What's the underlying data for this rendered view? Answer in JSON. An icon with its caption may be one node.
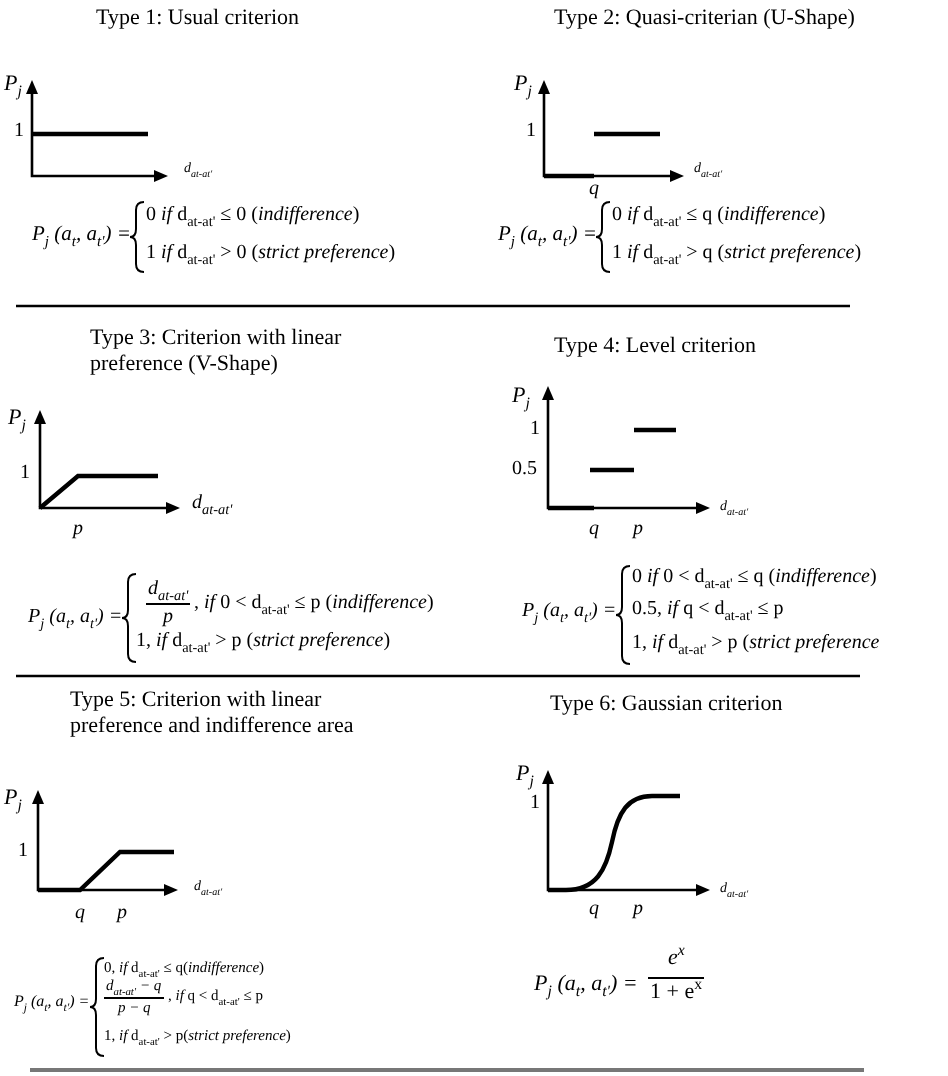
{
  "diagram": {
    "labels": [
      "Type 1: Usual criterion",
      "P$_{j}$",
      "1",
      "d$_{at-at'}$",
      "P$_{j}$ (a$_{t}$, a$_{t'}$) =",
      "0 *if* d$_{at-at'}$ ≤ 0 (*indifference*)",
      "1 *if* d$_{at-at'}$ > 0 (*strict preference*)",
      "Type 2: Quasi-criterian (U-Shape)",
      "P$_{j}$",
      "1",
      "q",
      "d$_{at-at'}$",
      "P$_{j}$ (a$_{t}$, a$_{t'}$) =",
      "0 *if* d$_{at-at'}$ ≤ q (*indifference*)",
      "1 *if* d$_{at-at'}$ > q (*strict preference*)",
      "Type 3: Criterion with linear preference (V-Shape)",
      "P$_{j}$",
      "1",
      "p",
      "d$_{at-at'}$",
      "P$_{j}$ (a$_{t}$, a$_{t'}$) =",
      "d$_{at-at'}$",
      "p",
      ", *if* 0 < d$_{at-at'}$ ≤ p (*indifference*)",
      "1, *if* d$_{at-at'}$ > p (*strict preference*)",
      "Type 4: Level criterion",
      "P$_{j}$",
      "1",
      "0.5",
      "q",
      "p",
      "d$_{at-at'}$",
      "P$_{j}$ (a$_{t}$, a$_{t'}$) =",
      "0 *if* 0 < d$_{at-at'}$ ≤ q (*indifference*)",
      "0.5, *if* q < d$_{at-at'}$ ≤ p",
      "1, *if* d$_{at-at'}$ > p (*strict preference*",
      "Type 5: Criterion with linear preference and indifference area",
      "P$_{j}$",
      "1",
      "q",
      "p",
      "d$_{at-at'}$",
      "P$_{j}$ (a$_{t}$, a$_{t'}$) =",
      "0, *if* d$_{at-at'}$ ≤ q(*indifference*)",
      "d$_{at-at'}$ − q",
      "p − q",
      ", *if* q < d$_{at-at'}$ ≤ p",
      "1, *if* d$_{at-at'}$ > p(*strict preference*)",
      "Type 6: Gaussian criterion",
      "P$_{j}$",
      "1",
      "q",
      "p",
      "d$_{at-at'}$",
      "P$_{j}$ (a$_{t}$, a$_{t'}$) =",
      "e$^{x}$",
      "1 + e$^{x}$"
    ]
  }
}
